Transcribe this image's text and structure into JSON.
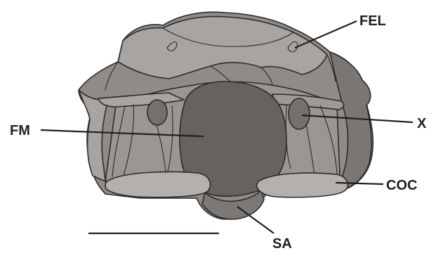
{
  "figure": {
    "labels": {
      "fel": "FEL",
      "fm": "FM",
      "x": "X",
      "coc": "COC",
      "sa": "SA"
    },
    "colors": {
      "bone_light": "#a8a4a1",
      "bone_mid": "#8f8b88",
      "bone_dark": "#7a7673",
      "foramen": "#676260",
      "condyle": "#b4b0ad",
      "outline": "#2b2b2b",
      "text": "#231f20"
    }
  }
}
